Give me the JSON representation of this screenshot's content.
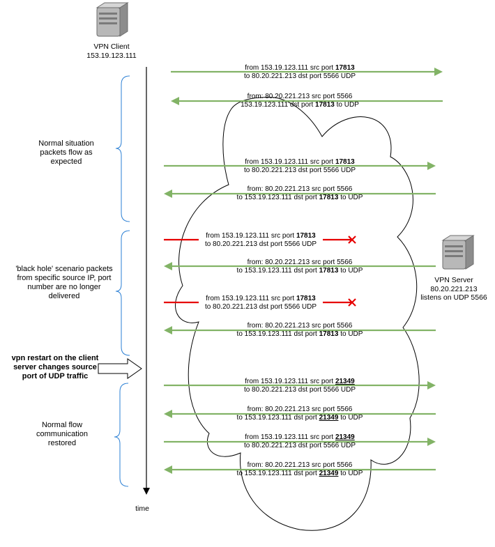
{
  "client": {
    "name": "VPN Client",
    "ip": "153.19.123.111"
  },
  "server": {
    "name": "VPN Server",
    "ip": "80.20.221.213",
    "listen": "listens on UDP 5566"
  },
  "time_label": "time",
  "phases": {
    "normal": "Normal situation packets flow as expected",
    "black_hole": "'black hole' scenario packets from specific source IP, port number are no longer delivered",
    "restart": "vpn restart on the client server changes source port of UDP traffic",
    "restored": "Normal flow communication restored"
  },
  "packets": [
    {
      "dir": "out",
      "status": "ok",
      "l1a": "from 153.19.123.111 src port ",
      "l1b": "17813",
      "l1c": "",
      "l2a": "to 80.20.221.213 dst port 5566 UDP",
      "l2b": "",
      "l2c": "",
      "style": "b"
    },
    {
      "dir": "in",
      "status": "ok",
      "l1a": "from: 80.20.221.213 src port 5566",
      "l1b": "",
      "l1c": "",
      "l2a": "153.19.123.111 dst port ",
      "l2b": "17813",
      "l2c": " to UDP",
      "style": "b"
    },
    {
      "dir": "out",
      "status": "ok",
      "l1a": "from 153.19.123.111 src port ",
      "l1b": "17813",
      "l1c": "",
      "l2a": "to 80.20.221.213 dst port 5566 UDP",
      "l2b": "",
      "l2c": "",
      "style": "b"
    },
    {
      "dir": "in",
      "status": "ok",
      "l1a": "from: 80.20.221.213 src port 5566",
      "l1b": "",
      "l1c": "",
      "l2a": "to 153.19.123.111 dst port ",
      "l2b": "17813",
      "l2c": " to UDP",
      "style": "b"
    },
    {
      "dir": "out",
      "status": "dropped",
      "l1a": "from 153.19.123.111 src port ",
      "l1b": "17813",
      "l1c": "",
      "l2a": "to 80.20.221.213 dst port 5566 UDP",
      "l2b": "",
      "l2c": "",
      "style": "b"
    },
    {
      "dir": "in",
      "status": "ok",
      "l1a": "from: 80.20.221.213 src port 5566",
      "l1b": "",
      "l1c": "",
      "l2a": "to 153.19.123.111 dst port ",
      "l2b": "17813",
      "l2c": " to UDP",
      "style": "b"
    },
    {
      "dir": "out",
      "status": "dropped",
      "l1a": "from 153.19.123.111 src port ",
      "l1b": "17813",
      "l1c": "",
      "l2a": "to 80.20.221.213 dst port 5566 UDP",
      "l2b": "",
      "l2c": "",
      "style": "b"
    },
    {
      "dir": "in",
      "status": "ok",
      "l1a": "from: 80.20.221.213 src port 5566",
      "l1b": "",
      "l1c": "",
      "l2a": "to 153.19.123.111 dst port ",
      "l2b": "17813",
      "l2c": " to UDP",
      "style": "b"
    },
    {
      "dir": "out",
      "status": "ok",
      "l1a": "from 153.19.123.111 src port ",
      "l1b": "21349",
      "l1c": "",
      "l2a": "to 80.20.221.213 dst port 5566 UDP",
      "l2b": "",
      "l2c": "",
      "style": "u"
    },
    {
      "dir": "in",
      "status": "ok",
      "l1a": "from: 80.20.221.213 src port 5566",
      "l1b": "",
      "l1c": "",
      "l2a": "to 153.19.123.111 dst port ",
      "l2b": "21349",
      "l2c": " to UDP",
      "style": "u"
    },
    {
      "dir": "out",
      "status": "ok",
      "l1a": "from 153.19.123.111 src port ",
      "l1b": "21349",
      "l1c": "",
      "l2a": "to 80.20.221.213 dst port 5566 UDP",
      "l2b": "",
      "l2c": "",
      "style": "u"
    },
    {
      "dir": "in",
      "status": "ok",
      "l1a": "from: 80.20.221.213 src port 5566",
      "l1b": "",
      "l1c": "",
      "l2a": "to 153.19.123.111 dst port ",
      "l2b": "21349",
      "l2c": " to UDP",
      "style": "u"
    }
  ],
  "colors": {
    "ok_arrow": "#82b366",
    "dropped": "#e60000",
    "brace": "#2a7fd4",
    "line": "#000000"
  }
}
